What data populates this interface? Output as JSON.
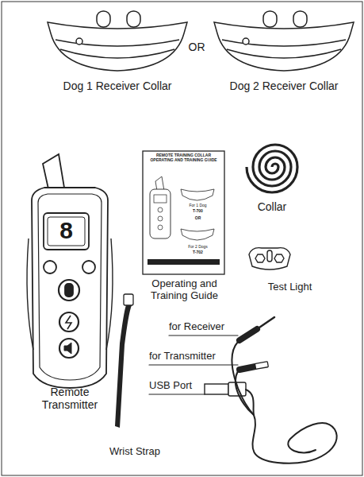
{
  "diagram": {
    "labels": [
      "Dog 1 Receiver Collar",
      "OR",
      "Dog 2 Receiver Collar",
      "REMOTE TRAINING COLLAR OPERATING AND TRAINING GUIDE",
      "8",
      "For 1 Dog",
      "T-700",
      "OR",
      "For 2 Dogs",
      "T-702",
      "Collar",
      "Operating and Training Guide",
      "Test Light",
      "for Receiver",
      "Remote Transmitter",
      "for Transmitter",
      "USB Port",
      "Wrist Strap"
    ]
  }
}
